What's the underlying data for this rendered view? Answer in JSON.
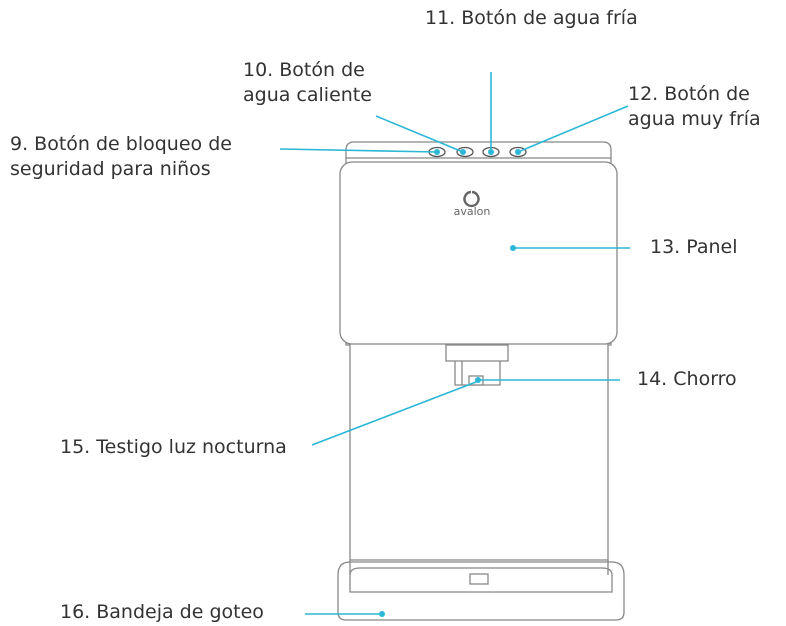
{
  "brand": {
    "logo_text": "avalon",
    "logo_color": "#666666"
  },
  "accent_color": "#2bb7d5",
  "callouts": [
    {
      "id": "c11",
      "text": "11. Botón de agua fría"
    },
    {
      "id": "c10",
      "text": "10. Botón de\nagua caliente"
    },
    {
      "id": "c12",
      "text": "12. Botón de\nagua muy fría"
    },
    {
      "id": "c9",
      "text": "9. Botón de bloqueo de\nseguridad para niños"
    },
    {
      "id": "c13",
      "text": "13. Panel"
    },
    {
      "id": "c14",
      "text": "14. Chorro"
    },
    {
      "id": "c15",
      "text": "15. Testigo luz nocturna"
    },
    {
      "id": "c16",
      "text": "16. Bandeja de goteo"
    }
  ]
}
